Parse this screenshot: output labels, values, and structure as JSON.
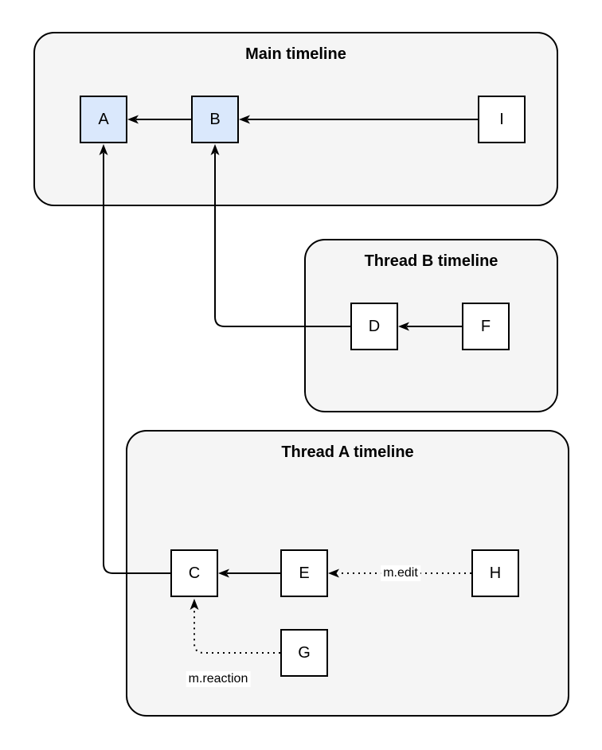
{
  "diagram": {
    "containers": {
      "main": {
        "title": "Main timeline"
      },
      "thread_b": {
        "title": "Thread B timeline"
      },
      "thread_a": {
        "title": "Thread A timeline"
      }
    },
    "nodes": {
      "A": {
        "label": "A",
        "fill": "#dae8fc",
        "timeline": "Main timeline"
      },
      "B": {
        "label": "B",
        "fill": "#dae8fc",
        "timeline": "Main timeline"
      },
      "I": {
        "label": "I",
        "fill": "#ffffff",
        "timeline": "Main timeline"
      },
      "D": {
        "label": "D",
        "fill": "#ffffff",
        "timeline": "Thread B timeline"
      },
      "F": {
        "label": "F",
        "fill": "#ffffff",
        "timeline": "Thread B timeline"
      },
      "C": {
        "label": "C",
        "fill": "#ffffff",
        "timeline": "Thread A timeline"
      },
      "E": {
        "label": "E",
        "fill": "#ffffff",
        "timeline": "Thread A timeline"
      },
      "H": {
        "label": "H",
        "fill": "#ffffff",
        "timeline": "Thread A timeline"
      },
      "G": {
        "label": "G",
        "fill": "#ffffff",
        "timeline": "Thread A timeline"
      }
    },
    "edges": [
      {
        "from": "B",
        "to": "A",
        "style": "solid",
        "label": ""
      },
      {
        "from": "I",
        "to": "B",
        "style": "solid",
        "label": ""
      },
      {
        "from": "D",
        "to": "B",
        "style": "solid",
        "label": ""
      },
      {
        "from": "F",
        "to": "D",
        "style": "solid",
        "label": ""
      },
      {
        "from": "C",
        "to": "A",
        "style": "solid",
        "label": ""
      },
      {
        "from": "E",
        "to": "C",
        "style": "solid",
        "label": ""
      },
      {
        "from": "H",
        "to": "E",
        "style": "dotted",
        "label": "m.edit"
      },
      {
        "from": "G",
        "to": "C",
        "style": "dotted",
        "label": "m.reaction"
      }
    ],
    "colors": {
      "container_fill": "#f5f5f5",
      "highlight_node_fill": "#dae8fc",
      "node_fill": "#ffffff",
      "stroke": "#000000",
      "background": "#ffffff"
    }
  }
}
